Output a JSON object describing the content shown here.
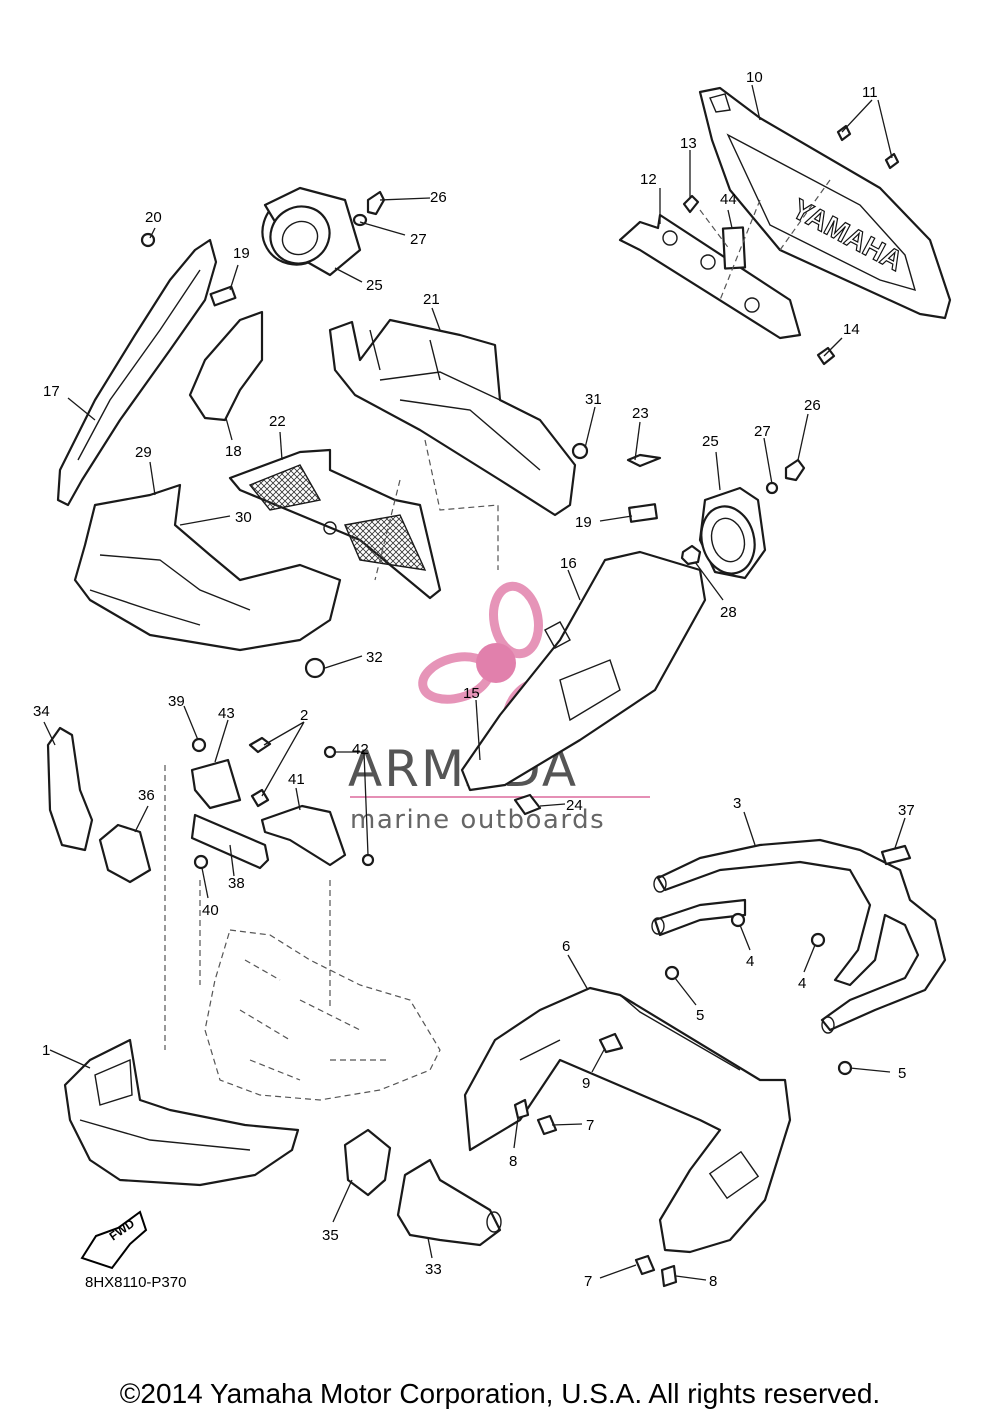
{
  "diagram_code": "8HX8110-P370",
  "fwd_label": "FWD",
  "copyright": "©2014 Yamaha Motor Corporation, U.S.A. All rights reserved.",
  "panel_lettering": "YAMAHA",
  "watermark": {
    "brand": "ARMADA",
    "tagline": "marine outboards",
    "colors": {
      "logo_pink": "#e58fb5",
      "logo_dark": "#e07aa8",
      "text_gray": "#555555"
    }
  },
  "callouts": [
    "1",
    "2",
    "3",
    "4",
    "4",
    "5",
    "5",
    "6",
    "7",
    "7",
    "8",
    "8",
    "9",
    "10",
    "11",
    "12",
    "13",
    "14",
    "15",
    "16",
    "17",
    "18",
    "19",
    "19",
    "20",
    "21",
    "22",
    "23",
    "24",
    "25",
    "25",
    "26",
    "26",
    "27",
    "27",
    "28",
    "29",
    "30",
    "31",
    "32",
    "33",
    "34",
    "35",
    "36",
    "37",
    "38",
    "39",
    "40",
    "41",
    "42",
    "43",
    "44"
  ]
}
